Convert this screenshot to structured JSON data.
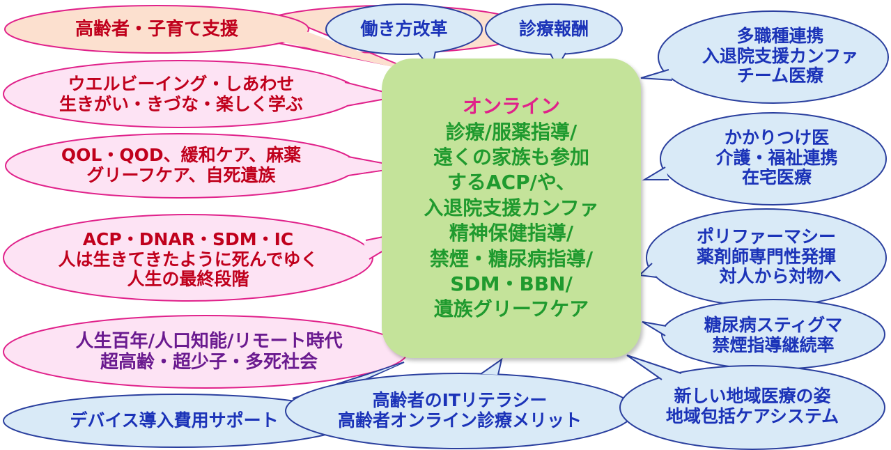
{
  "center": {
    "title": "オンライン",
    "lines": [
      "診療/服薬指導/",
      "遠くの家族も参加",
      "するACP/や、",
      "入退院支援カンファ",
      "精神保健指導/",
      "禁煙・糖尿病指導/",
      "SDM・BBN/",
      "遺族グリーフケア"
    ]
  },
  "left_bubbles": [
    {
      "lines": [
        "高齢者・子育て支援"
      ]
    },
    {
      "lines": [
        "ウエルビーイング・しあわせ",
        "生きがい・きづな・楽しく学ぶ"
      ]
    },
    {
      "lines": [
        "QOL・QOD、緩和ケア、麻薬",
        "グリーフケア、自死遺族"
      ]
    },
    {
      "lines": [
        "ACP・DNAR・SDM・IC",
        "人は生きてきたように死んでゆく",
        "人生の最終段階"
      ]
    },
    {
      "lines": [
        "人生百年/人口知能/リモート時代",
        "超高齢・超少子・多死社会"
      ]
    }
  ],
  "top_bubbles": [
    {
      "lines": [
        "働き方改革"
      ]
    },
    {
      "lines": [
        "診療報酬"
      ]
    }
  ],
  "right_bubbles": [
    {
      "lines": [
        "多職種連携",
        "入退院支援カンファ",
        "チーム医療"
      ]
    },
    {
      "lines": [
        "かかりつけ医",
        "介護・福祉連携",
        "在宅医療"
      ]
    },
    {
      "lines": [
        "ポリファーマシー",
        "薬剤師専門性発揮",
        "対人から対物へ"
      ]
    },
    {
      "lines": [
        "糖尿病スティグマ",
        "禁煙指導継続率"
      ]
    }
  ],
  "bottom_bubbles": [
    {
      "lines": [
        "デバイス導入費用サポート"
      ]
    },
    {
      "lines": [
        "高齢者のITリテラシー",
        "高齢者オンライン診療メリット"
      ]
    },
    {
      "lines": [
        "新しい地域医療の姿",
        "地域包括ケアシステム"
      ]
    }
  ],
  "colors": {
    "pink_fill": "#fde3f4",
    "pink_stroke": "#e0218a",
    "peach_fill": "#fce0cf",
    "blue_fill": "#d9eaf7",
    "blue_stroke": "#2a3f9e",
    "center_fill": "#c4e39a",
    "red_text": "#c0001c",
    "purple_text": "#6a1a8f",
    "blue_text": "#1b33b8",
    "green_text": "#1f9a2e",
    "title_pink": "#e0218a"
  }
}
